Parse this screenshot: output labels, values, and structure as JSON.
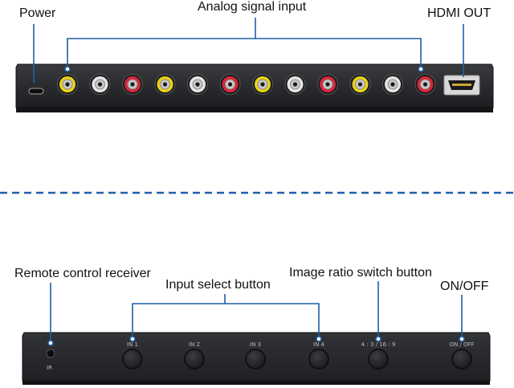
{
  "top": {
    "power_label": "Power",
    "analog_label": "Analog signal input",
    "hdmi_label": "HDMI OUT",
    "rca_colors": [
      "yellow",
      "white",
      "red",
      "yellow",
      "white",
      "red",
      "yellow",
      "white",
      "red",
      "yellow",
      "white",
      "red"
    ]
  },
  "bottom": {
    "remote_label": "Remote control receiver",
    "input_select_label": "Input select button",
    "ratio_label": "Image ratio switch button",
    "onoff_label": "ON/OFF",
    "ir_text": "IR",
    "buttons": [
      {
        "label": "IN 1"
      },
      {
        "label": "IN 2"
      },
      {
        "label": "IN 3"
      },
      {
        "label": "IN 4"
      },
      {
        "label": "4 : 3 / 16 : 9"
      },
      {
        "label": "ON / OFF"
      }
    ]
  },
  "colors": {
    "callout": "#1f5fa8",
    "divider": "#1f5fa8",
    "device_body": "#2a2b2e",
    "rca_yellow": "#e8d21a",
    "rca_white": "#e6e6e6",
    "rca_red": "#d8263a"
  }
}
